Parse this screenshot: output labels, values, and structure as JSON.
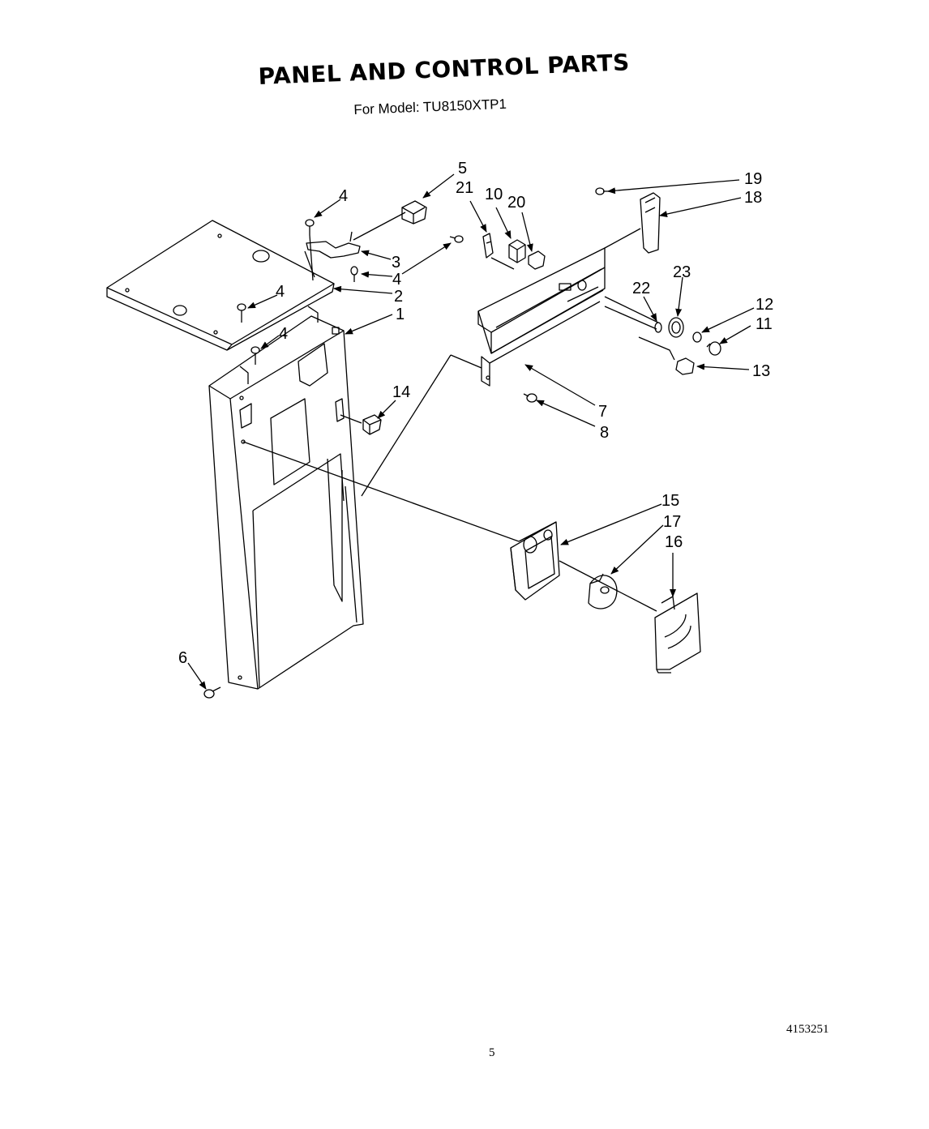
{
  "title": "PANEL AND CONTROL PARTS",
  "subtitle": "For Model: TU8150XTP1",
  "document_number": "4153251",
  "page_number": "5",
  "callouts": [
    "1",
    "2",
    "3",
    "4",
    "5",
    "6",
    "7",
    "8",
    "10",
    "11",
    "12",
    "13",
    "14",
    "15",
    "16",
    "17",
    "18",
    "19",
    "20",
    "21",
    "22",
    "23"
  ]
}
